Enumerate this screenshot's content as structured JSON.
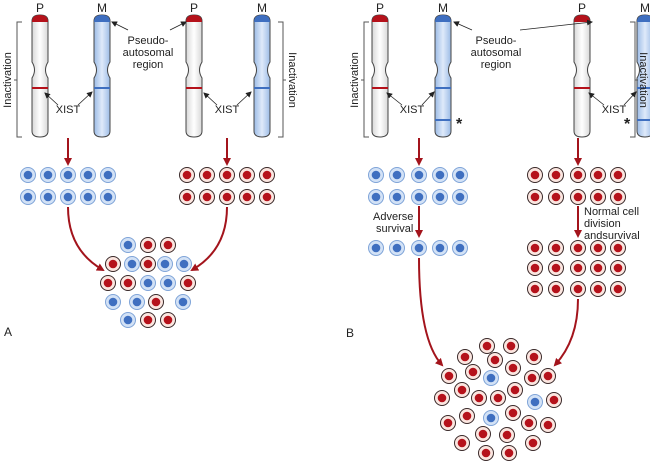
{
  "panels": {
    "a": {
      "letter": "A",
      "paternal_label": "P",
      "maternal_label": "M",
      "paternal_label_2": "P",
      "maternal_label_2": "M",
      "pseudo_line1": "Pseudo-",
      "pseudo_line2": "autosomal",
      "pseudo_line3": "region",
      "xist_left": "XIST",
      "xist_right": "XIST",
      "inactivation_left": "Inactivation",
      "inactivation_right": "Inactivation"
    },
    "b": {
      "letter": "B",
      "paternal_label": "P",
      "maternal_label": "M",
      "paternal_label_2": "P",
      "maternal_label_2": "M",
      "pseudo_line1": "Pseudo-",
      "pseudo_line2": "autosomal",
      "pseudo_line3": "region",
      "xist_left": "XIST",
      "xist_right": "XIST",
      "inactivation_left": "Inactivation",
      "inactivation_right": "Inactivation",
      "mutation_mark": "*",
      "adverse_line1": "Adverse",
      "adverse_line2": "survival",
      "normal_line1": "Normal cell",
      "normal_line2": "division",
      "normal_line3": "andsurvival"
    }
  },
  "colors": {
    "paternal": "#b5121b",
    "maternal": "#3f6fc0",
    "arrow": "#a3141c",
    "maternal_cell_fill": "#d3e2f6",
    "paternal_cell_fill": "#fbe6e0"
  }
}
